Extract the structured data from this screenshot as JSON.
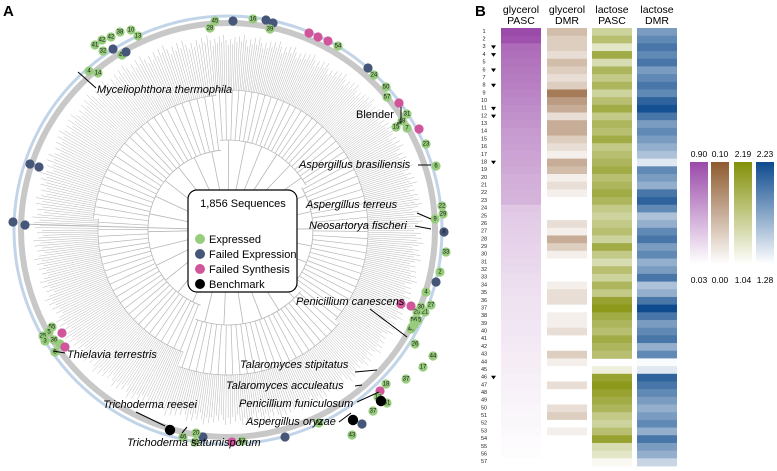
{
  "panels": {
    "a": "A",
    "b": "B"
  },
  "colors": {
    "expressed": "#96cc7c",
    "failed_expression": "#465679",
    "failed_synthesis": "#d0559a",
    "benchmark": "#000000",
    "tree": "#b7b7b7",
    "ring_blue": "#8fb2d6"
  },
  "legend": {
    "title": "1,856 Sequences",
    "items": [
      {
        "label": "Expressed",
        "color": "#96cc7c"
      },
      {
        "label": "Failed Expression",
        "color": "#465679"
      },
      {
        "label": "Failed Synthesis",
        "color": "#d0559a"
      },
      {
        "label": "Benchmark",
        "color": "#000000"
      }
    ]
  },
  "species_labels": [
    "Myceliophthora thermophila",
    "Blender",
    "Aspergillus brasiliensis",
    "Aspergillus terreus",
    "Neosartorya fischeri",
    "Penicillium canescens",
    "Talaromyces stipitatus",
    "Talaromyces acculeatus",
    "Penicillium funiculosum",
    "Aspergillus oryzae",
    "Trichoderma reesei",
    "Trichoderma saturnisporum",
    "Thielavia terrestris"
  ],
  "heatmap": {
    "columns": [
      {
        "line1": "glycerol",
        "line2": "PASC",
        "color": "#9a4aa9"
      },
      {
        "line1": "glycerol",
        "line2": "DMR",
        "color": "#8e5a2e"
      },
      {
        "line1": "lactose",
        "line2": "PASC",
        "color": "#839008"
      },
      {
        "line1": "lactose",
        "line2": "DMR",
        "color": "#0d4a8e"
      }
    ],
    "rows": [
      "1",
      "2",
      "3",
      "4",
      "5",
      "6",
      "7",
      "8",
      "9",
      "10",
      "11",
      "12",
      "13",
      "14",
      "15",
      "16",
      "17",
      "18",
      "19",
      "20",
      "21",
      "22",
      "23",
      "24",
      "25",
      "26",
      "27",
      "28",
      "29",
      "30",
      "31",
      "32",
      "33",
      "34",
      "35",
      "36",
      "37",
      "38",
      "39",
      "40",
      "41",
      "42",
      "43",
      "44",
      "45",
      "46",
      "47",
      "48",
      "49",
      "50",
      "51",
      "52",
      "53",
      "54",
      "55",
      "56",
      "57"
    ],
    "arrow_rows": [
      "3",
      "4",
      "6",
      "8",
      "11",
      "12",
      "18",
      "46"
    ],
    "scale": [
      {
        "max": "0.90",
        "min": "0.03"
      },
      {
        "max": "0.10",
        "min": "0.00"
      },
      {
        "max": "2.19",
        "min": "1.04"
      },
      {
        "max": "2.23",
        "min": "1.28"
      }
    ],
    "values": {
      "glycerol_pasc": [
        0.9,
        0.86,
        0.74,
        0.72,
        0.7,
        0.68,
        0.66,
        0.64,
        0.62,
        0.6,
        0.58,
        0.56,
        0.54,
        0.52,
        0.5,
        0.49,
        0.47,
        0.46,
        0.44,
        0.42,
        0.41,
        0.4,
        0.39,
        0.3,
        0.28,
        0.27,
        0.26,
        0.25,
        0.24,
        0.23,
        0.22,
        0.21,
        0.2,
        0.19,
        0.18,
        0.17,
        0.17,
        0.16,
        0.15,
        0.15,
        0.14,
        0.13,
        0.12,
        0.12,
        0.11,
        0.1,
        0.1,
        0.09,
        0.09,
        0.08,
        0.07,
        0.07,
        0.06,
        0.05,
        0.05,
        0.04,
        0.03
      ],
      "glycerol_dmr": [
        0.04,
        0.03,
        0.03,
        0.02,
        0.04,
        0.03,
        0.02,
        0.03,
        0.08,
        0.06,
        0.05,
        0.02,
        0.05,
        0.05,
        0.03,
        0.02,
        0.01,
        0.05,
        0.04,
        0.01,
        0.02,
        0.01,
        0.0,
        0.0,
        0.0,
        0.02,
        0.01,
        0.05,
        0.03,
        0.01,
        0.0,
        0.0,
        0.0,
        0.01,
        0.02,
        0.02,
        0.0,
        0.01,
        0.01,
        0.02,
        0.0,
        0.0,
        0.03,
        0.01,
        0.0,
        0.0,
        0.02,
        0.0,
        0.0,
        0.02,
        0.03,
        0.0,
        0.01,
        0.0,
        0.0,
        0.0,
        0.0
      ],
      "lactose_pasc": [
        1.5,
        1.7,
        1.3,
        1.9,
        1.4,
        1.8,
        1.6,
        1.8,
        1.5,
        1.7,
        1.9,
        1.6,
        1.8,
        1.7,
        1.9,
        1.6,
        1.7,
        1.8,
        1.9,
        1.7,
        1.8,
        1.9,
        1.8,
        1.6,
        1.5,
        1.6,
        1.7,
        1.5,
        1.9,
        1.6,
        1.4,
        1.7,
        1.5,
        1.8,
        1.6,
        2.0,
        2.1,
        1.9,
        1.8,
        1.7,
        1.9,
        1.8,
        1.7,
        null,
        1.2,
        2.0,
        2.1,
        2.0,
        1.9,
        1.8,
        1.6,
        1.5,
        1.7,
        2.0,
        1.4,
        1.3,
        1.1
      ],
      "lactose_dmr": [
        1.8,
        1.9,
        2.0,
        1.9,
        2.0,
        1.8,
        1.9,
        2.0,
        1.9,
        2.1,
        2.2,
        2.0,
        1.8,
        1.9,
        1.8,
        1.7,
        1.6,
        1.4,
        1.9,
        1.8,
        1.7,
        2.0,
        2.1,
        1.9,
        1.6,
        1.7,
        1.9,
        2.0,
        1.8,
        1.9,
        1.7,
        1.8,
        2.0,
        1.6,
        1.7,
        2.0,
        2.23,
        2.0,
        1.8,
        1.9,
        2.0,
        1.7,
        1.9,
        1.3,
        1.4,
        2.1,
        2.0,
        1.9,
        1.8,
        1.7,
        1.8,
        1.9,
        1.7,
        2.0,
        1.8,
        1.7,
        1.5
      ]
    }
  }
}
